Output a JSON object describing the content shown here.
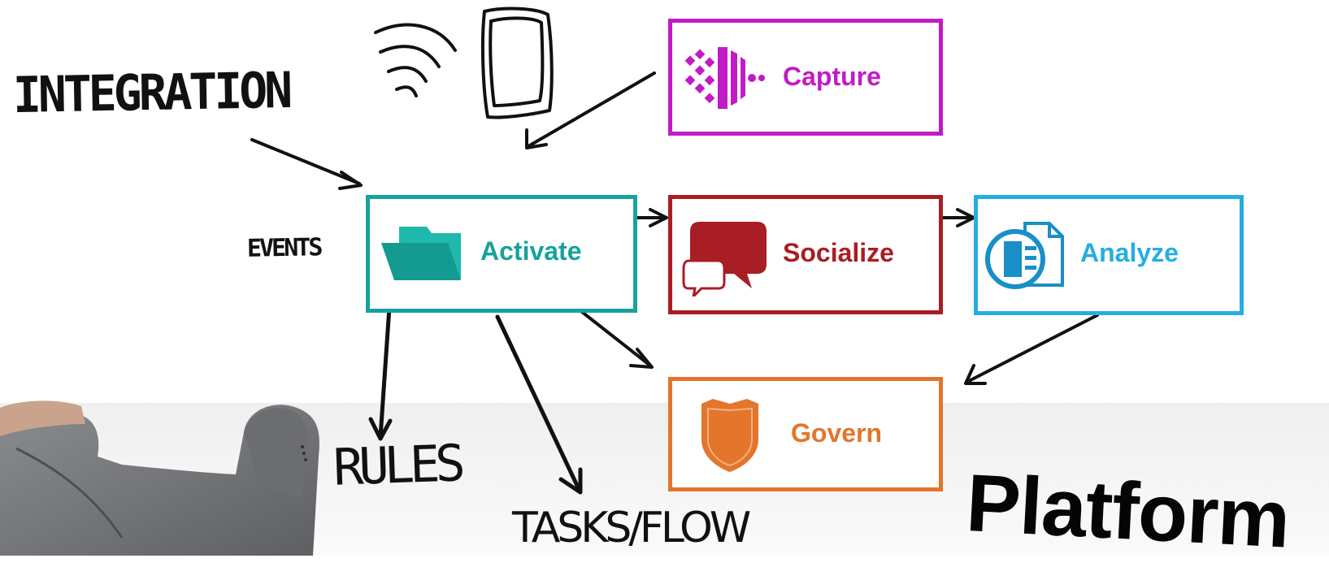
{
  "labels": {
    "integration": "INTEGRATION",
    "events": "EVENTS",
    "rules": "RULES",
    "tasks_flow": "TASKS/FLOW",
    "platform": "Platform"
  },
  "boxes": {
    "capture": {
      "label": "Capture",
      "color": "#c21bc6",
      "icon": "capture-icon"
    },
    "activate": {
      "label": "Activate",
      "color": "#16a39b",
      "icon": "folder-icon"
    },
    "socialize": {
      "label": "Socialize",
      "color": "#a91d24",
      "icon": "speech-bubbles-icon"
    },
    "analyze": {
      "label": "Analyze",
      "color": "#26ade3",
      "icon": "documents-icon"
    },
    "govern": {
      "label": "Govern",
      "color": "#e3752c",
      "icon": "shield-icon"
    }
  },
  "illustrations": [
    "wireless-signal-icon",
    "tablet-icon",
    "businessman-photo"
  ]
}
